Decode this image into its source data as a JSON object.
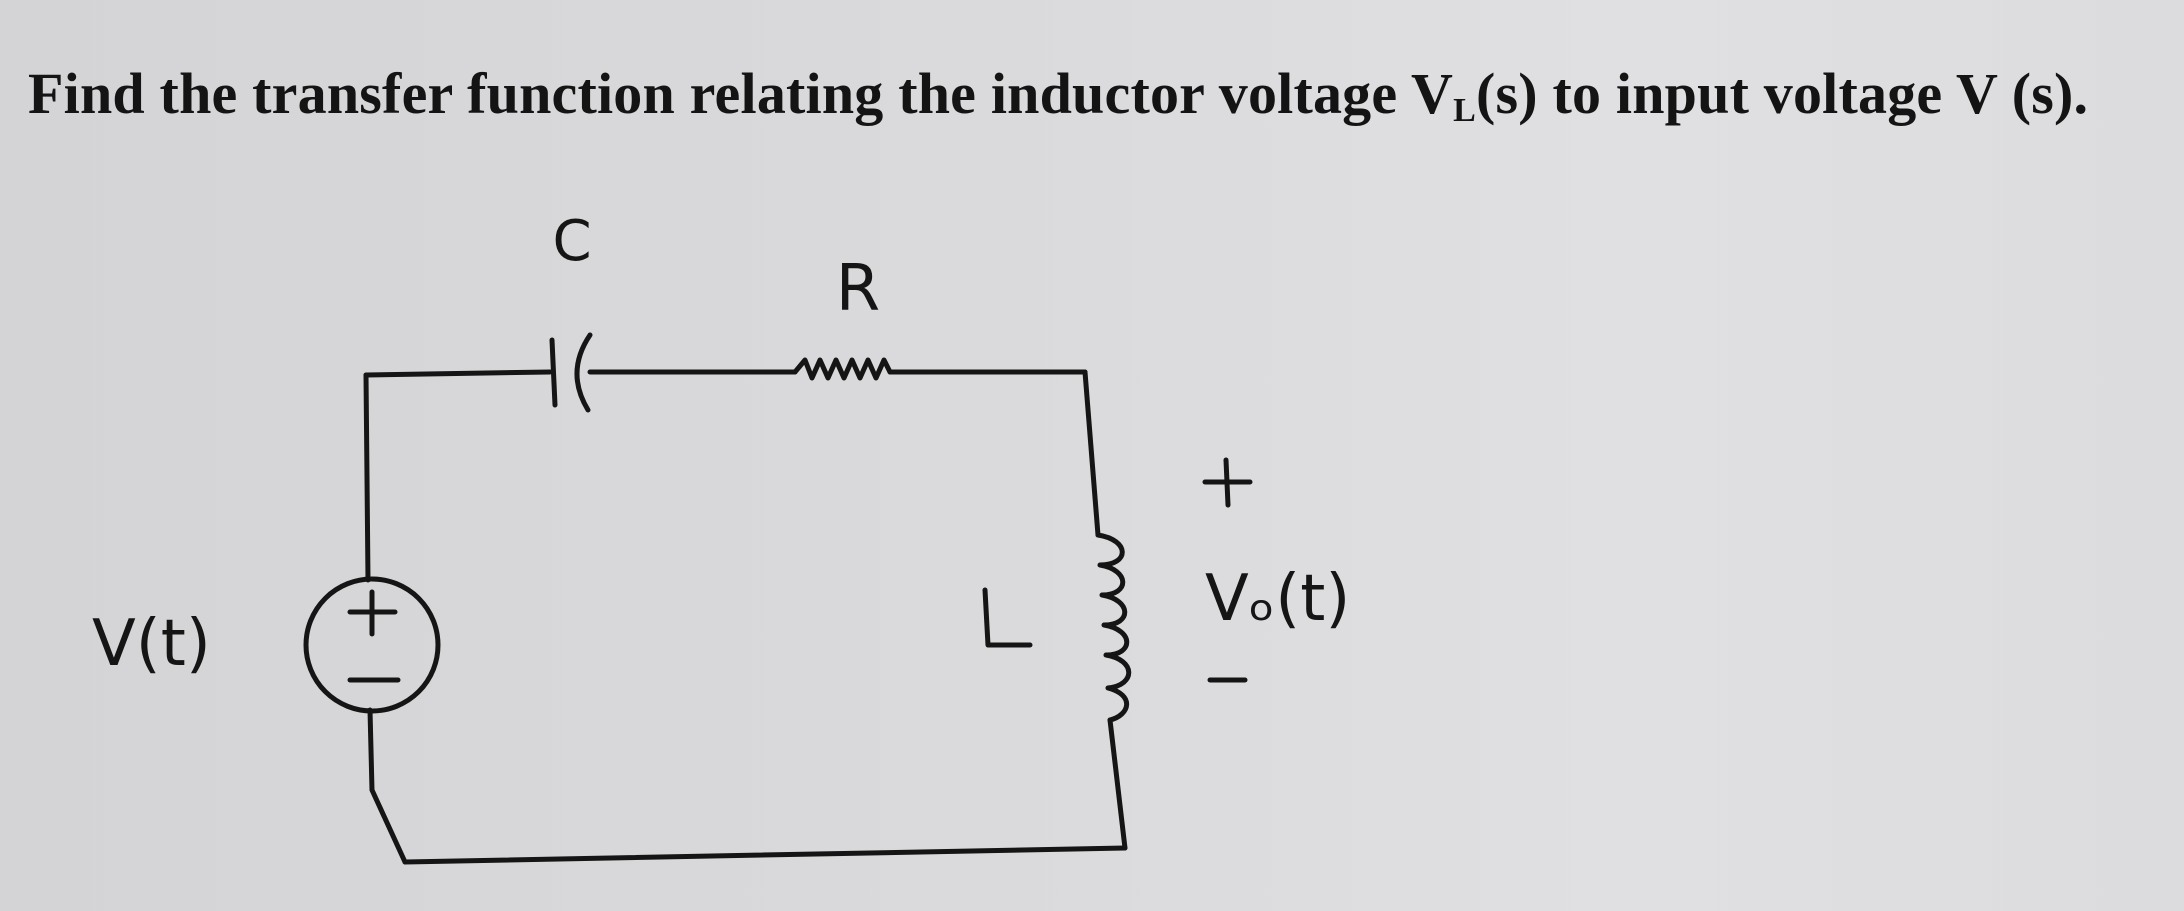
{
  "question": {
    "prefix": "Find the transfer function relating the inductor voltage V",
    "subscript": "L",
    "suffix": "(s) to input voltage V (s)."
  },
  "labels": {
    "capacitor": "C",
    "resistor": "R",
    "inductor": "L",
    "source": "V(t)",
    "output": "Vₒ(t)",
    "plus": "+",
    "minus": "−"
  },
  "colors": {
    "ink": "#151515",
    "paper": "#dadadc"
  }
}
